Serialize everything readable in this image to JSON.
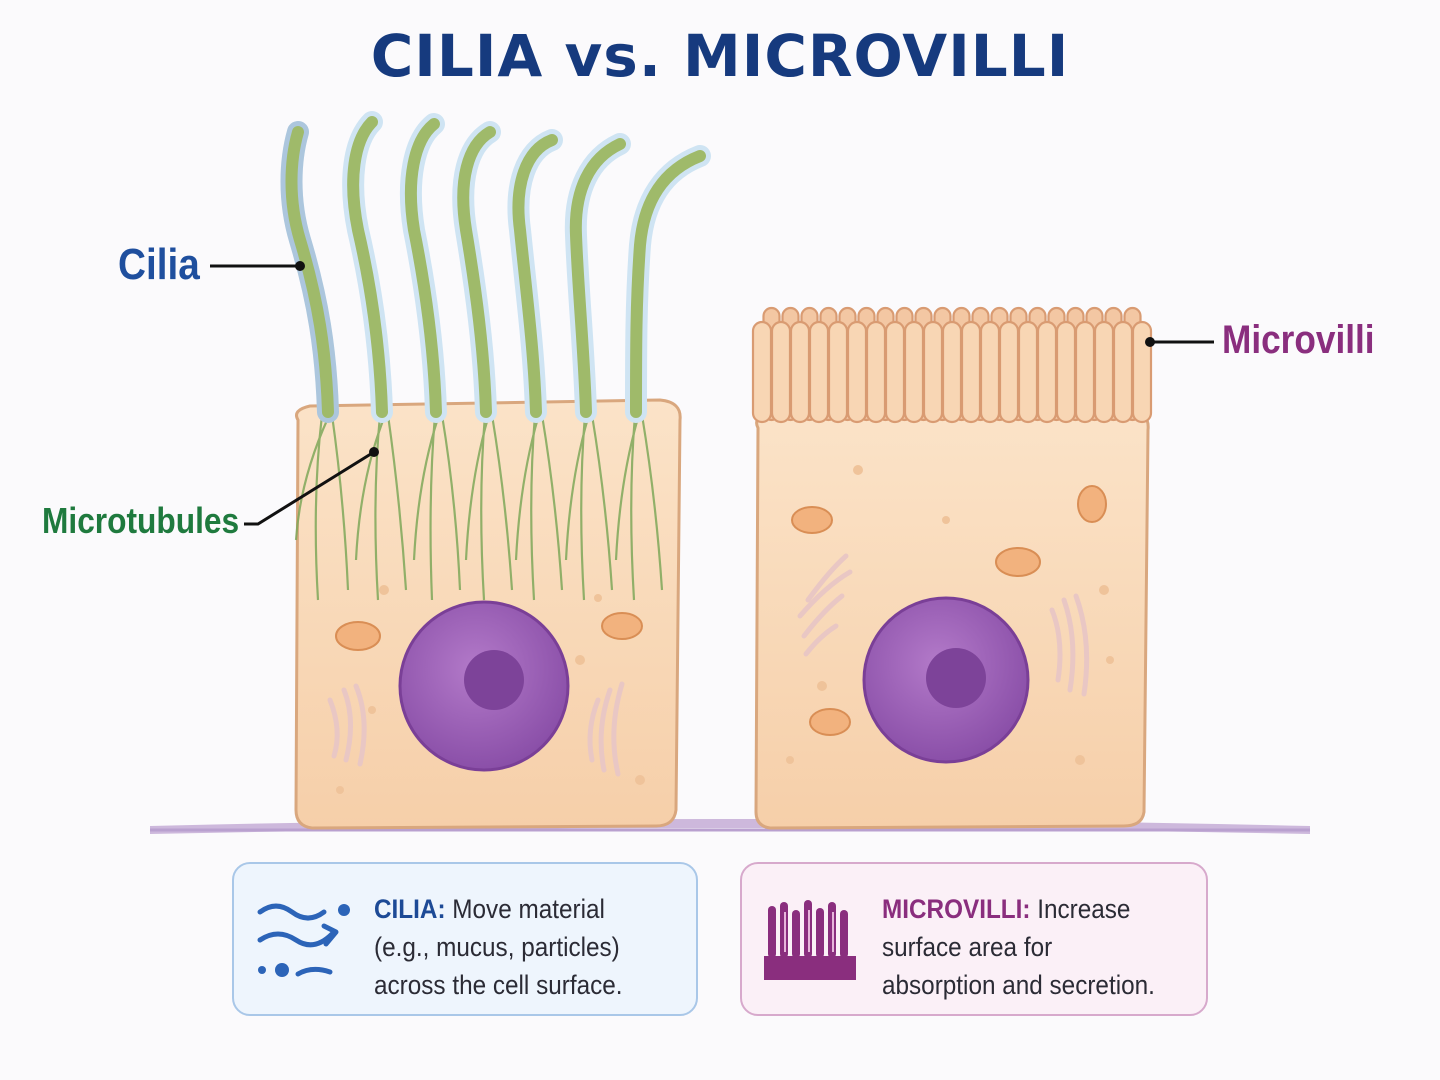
{
  "title": "CILIA vs. MICROVILLI",
  "labels": {
    "cilia": "Cilia",
    "microtubules": "Microtubules",
    "microvilli": "Microvilli"
  },
  "boxes": {
    "cilia": {
      "heading": "CILIA:",
      "text": "Move material (e.g., mucus, particles) across the cell surface."
    },
    "microvilli": {
      "heading": "MICROVILLI:",
      "text": "Increase surface area for absorption and secretion."
    }
  },
  "icons": {
    "cilia_box": "flow-arrows-icon",
    "microvilli_box": "microvilli-brush-icon"
  },
  "colors": {
    "title": "#163a7e",
    "cilia_label": "#1f4f9e",
    "microtubules_label": "#1f7a3e",
    "microvilli_label": "#8a2e7e",
    "cell_fill": "#f8d6b4",
    "nucleus": "#9a5cb4",
    "basement_membrane": "#c9b7d9"
  }
}
